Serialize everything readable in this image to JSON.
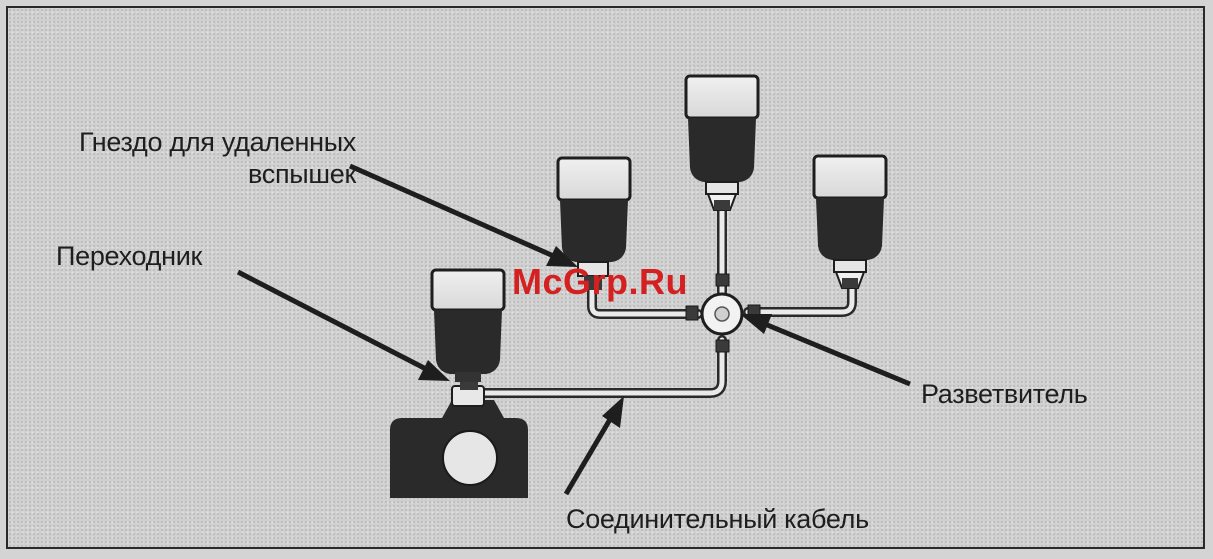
{
  "labels": {
    "remote_socket_line1": "Гнездо для удаленных",
    "remote_socket_line2": "вспышек",
    "adapter": "Переходник",
    "splitter": "Разветвитель",
    "connecting_cable": "Соединительный кабель"
  },
  "watermark": "McGrp.Ru",
  "colors": {
    "ink": "#1e1e1e",
    "background": "#d0d0d0",
    "watermark": "#d42020"
  }
}
